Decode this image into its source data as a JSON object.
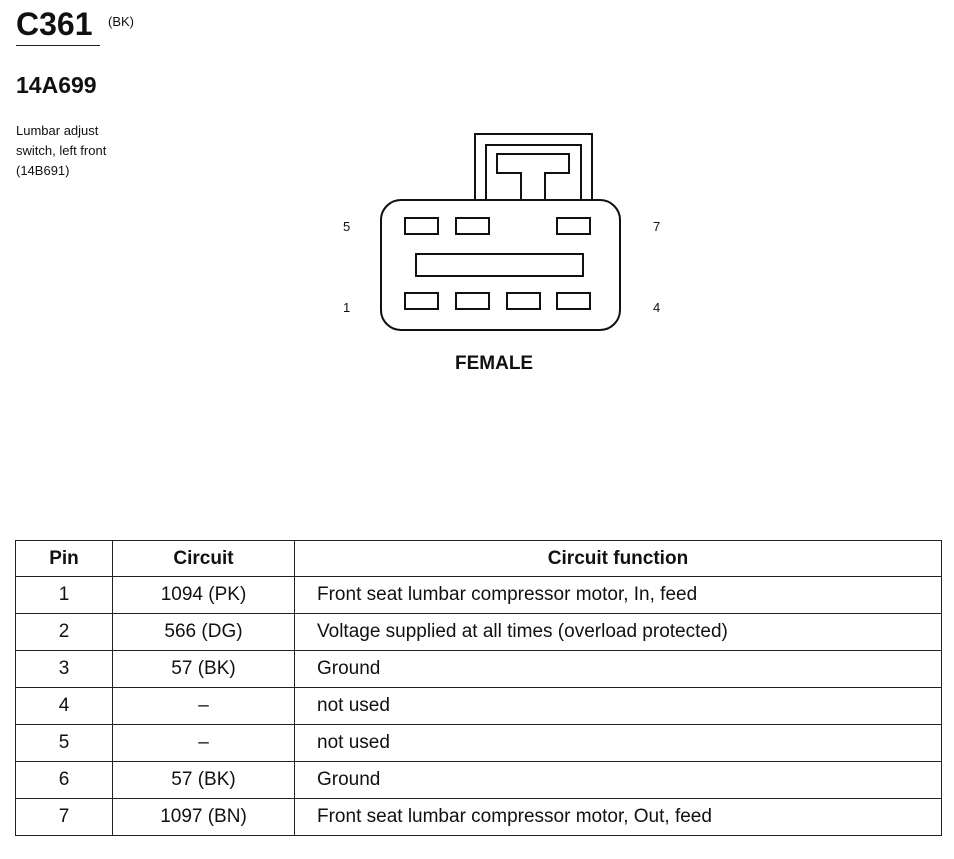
{
  "connector": {
    "id": "C361",
    "color": "(BK)",
    "part_number": "14A699",
    "description": [
      "Lumbar adjust",
      "switch, left front",
      "(14B691)"
    ]
  },
  "diagram": {
    "pin_labels": {
      "top_left": "5",
      "top_right": "7",
      "bottom_left": "1",
      "bottom_right": "4"
    },
    "gender": "FEMALE"
  },
  "table": {
    "headers": [
      "Pin",
      "Circuit",
      "Circuit function"
    ],
    "rows": [
      {
        "pin": "1",
        "circuit": "1094 (PK)",
        "function": "Front seat lumbar compressor motor, In, feed"
      },
      {
        "pin": "2",
        "circuit": "566 (DG)",
        "function": "Voltage supplied at all times (overload protected)"
      },
      {
        "pin": "3",
        "circuit": "57 (BK)",
        "function": "Ground"
      },
      {
        "pin": "4",
        "circuit": "–",
        "function": "not used"
      },
      {
        "pin": "5",
        "circuit": "–",
        "function": "not used"
      },
      {
        "pin": "6",
        "circuit": "57 (BK)",
        "function": "Ground"
      },
      {
        "pin": "7",
        "circuit": "1097 (BN)",
        "function": "Front seat lumbar compressor motor, Out, feed"
      }
    ]
  }
}
